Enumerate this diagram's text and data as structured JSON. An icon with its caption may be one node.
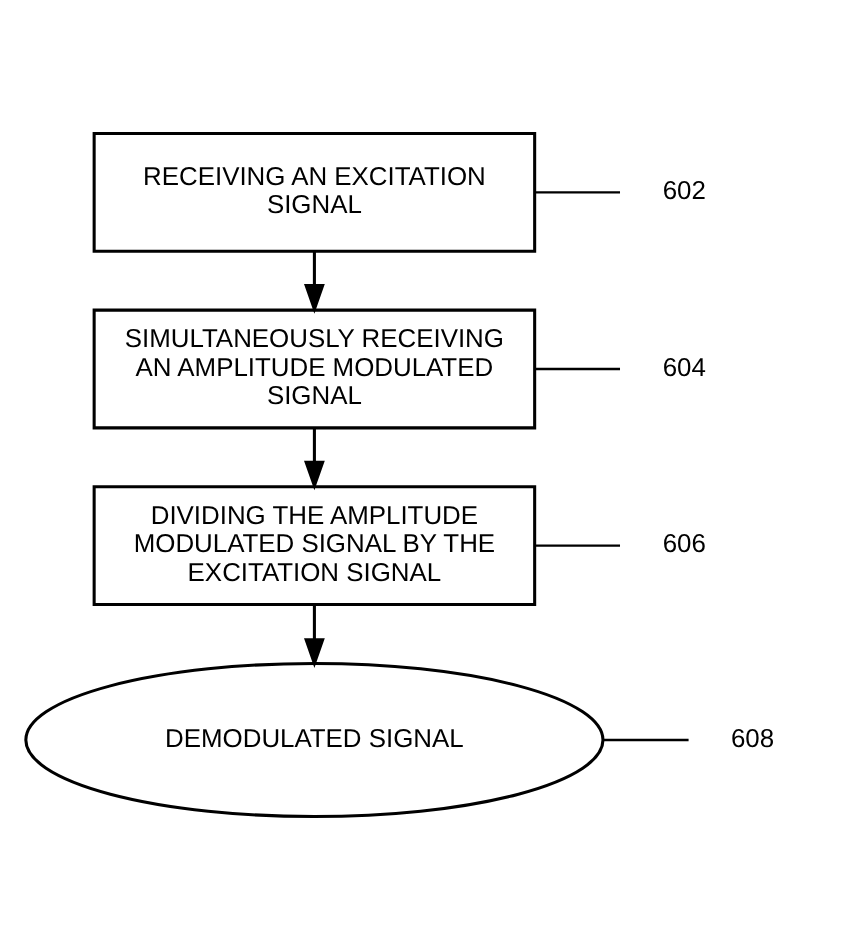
{
  "diagram": {
    "nodes": [
      {
        "text": [
          "RECEIVING AN EXCITATION SIGNAL"
        ]
      },
      {
        "text": [
          "SIMULTANEOUSLY RECEIVING AN AMPLITUDE MODULATED SIGNAL"
        ]
      },
      {
        "text": [
          "DIVIDING THE AMPLITUDE MODULATED SIGNAL BY THE EXCITATION SIGNAL"
        ]
      },
      {
        "text": [
          "DEMODULATED SIGNAL"
        ]
      },
      {
        "text": [
          "602"
        ]
      },
      {
        "text": [
          "604"
        ]
      },
      {
        "text": [
          "606"
        ]
      },
      {
        "text": [
          "608"
        ]
      }
    ],
    "edges": [
      {
        "from": 0,
        "to": 1,
        "arrow": "to"
      },
      {
        "from": 1,
        "to": 2,
        "arrow": "to"
      },
      {
        "from": 2,
        "to": 3,
        "arrow": "to"
      },
      {
        "from": 4,
        "to": 0,
        "arrow": "none"
      },
      {
        "from": 5,
        "to": 1,
        "arrow": "none"
      },
      {
        "from": 6,
        "to": 2,
        "arrow": "none"
      },
      {
        "from": 7,
        "to": 3,
        "arrow": "none"
      }
    ]
  }
}
